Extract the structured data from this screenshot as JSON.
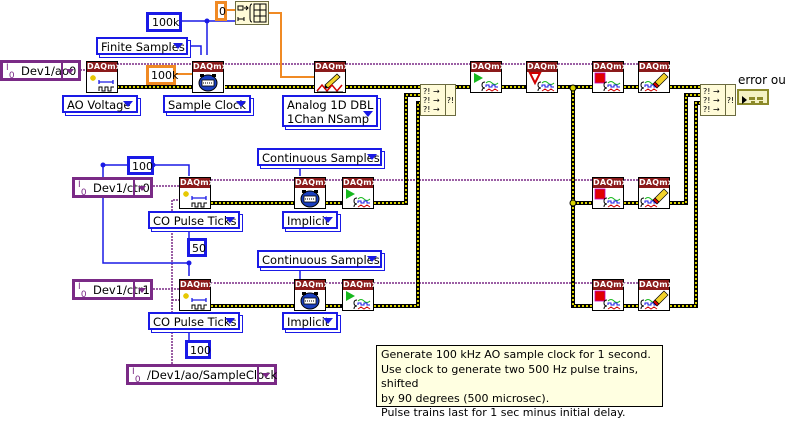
{
  "diagram": {
    "title": "DAQmx AO sample clock with two counter pulse trains",
    "colors": {
      "task_wire": "#7a2a86",
      "error_wire": "#c8c200",
      "numeric_wire": "#1a1ae6",
      "double_wire": "#f08a24",
      "daqmx_header": "#8b1a1a",
      "comment_bg": "#ffffe1"
    },
    "constants": {
      "ao_rate_top": "100k",
      "ao_rate": "100k",
      "initial_zero": "0",
      "ctr0_high_ticks": "100",
      "ctr0_low_ticks": "50",
      "ctr1_low_ticks": "100"
    },
    "channels": {
      "ao": "Dev1/ao0",
      "ctr0": "Dev1/ctr0",
      "ctr1": "Dev1/ctr1",
      "clock_source": "/Dev1/ao/SampleClock"
    },
    "io_glyph": "I/O",
    "enums": {
      "ao_sample_mode": "Finite Samples",
      "ao_channel_type": "AO Voltage",
      "ao_timing_type": "Sample Clock",
      "ao_write_type_line1": "Analog 1D DBL",
      "ao_write_type_line2": "1Chan NSamp",
      "ctr0_sample_mode": "Continuous Samples",
      "ctr0_channel_type": "CO Pulse Ticks",
      "ctr0_timing_type": "Implicit",
      "ctr1_sample_mode": "Continuous Samples",
      "ctr1_channel_type": "CO Pulse Ticks",
      "ctr1_timing_type": "Implicit"
    },
    "vi_header": "DAQmx",
    "vis": [
      {
        "id": "ao-create-channel",
        "icon": "create-channel-icon"
      },
      {
        "id": "ao-timing",
        "icon": "timing-clock-icon"
      },
      {
        "id": "ao-write",
        "icon": "write-pencil-icon"
      },
      {
        "id": "ao-start",
        "icon": "start-task-icon"
      },
      {
        "id": "ao-wait-until-done",
        "icon": "wait-until-done-icon"
      },
      {
        "id": "ao-stop",
        "icon": "stop-task-icon"
      },
      {
        "id": "ao-clear",
        "icon": "clear-task-icon"
      },
      {
        "id": "ctr0-create-channel",
        "icon": "create-channel-icon"
      },
      {
        "id": "ctr0-timing",
        "icon": "timing-clock-icon"
      },
      {
        "id": "ctr0-start",
        "icon": "start-task-icon"
      },
      {
        "id": "ctr0-stop",
        "icon": "stop-task-icon"
      },
      {
        "id": "ctr0-clear",
        "icon": "clear-task-icon"
      },
      {
        "id": "ctr1-create-channel",
        "icon": "create-channel-icon"
      },
      {
        "id": "ctr1-timing",
        "icon": "timing-clock-icon"
      },
      {
        "id": "ctr1-start",
        "icon": "start-task-icon"
      },
      {
        "id": "ctr1-stop",
        "icon": "stop-task-icon"
      },
      {
        "id": "ctr1-clear",
        "icon": "clear-task-icon"
      }
    ],
    "merge_glyph": "?!",
    "indicator_label": "error out",
    "comment_lines": [
      "Generate 100 kHz AO sample clock for 1 second.",
      "Use clock to generate two 500 Hz pulse trains, shifted",
      "by 90 degrees (500 microsec).",
      "Pulse trains last for 1 sec minus initial delay."
    ]
  }
}
